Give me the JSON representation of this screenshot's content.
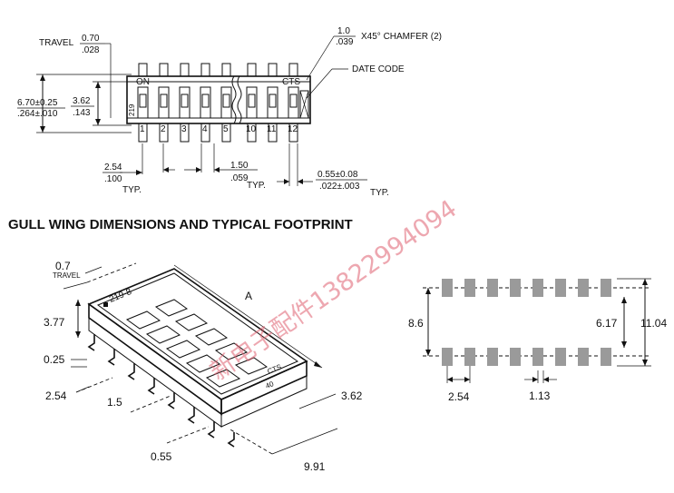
{
  "top_view": {
    "travel_label": "TRAVEL",
    "travel_mm": "0.70",
    "travel_in": ".028",
    "chamfer_mm": "1.0",
    "chamfer_in": ".039",
    "chamfer_note": "X45° CHAMFER (2)",
    "date_code": "DATE CODE",
    "height_mm": "6.70±0.25",
    "height_in": ".264±.010",
    "body_mm": "3.62",
    "body_in": ".143",
    "on_label": "ON",
    "brand": "CTS",
    "part_marking": "219",
    "pin_numbers": [
      "1",
      "2",
      "3",
      "4",
      "5",
      "10",
      "11",
      "12"
    ],
    "pitch_mm": "2.54",
    "pitch_in": ".100",
    "pitch_typ": "TYP.",
    "gap_mm": "1.50",
    "gap_in": ".059",
    "gap_typ": "TYP.",
    "lead_mm": "0.55±0.08",
    "lead_in": ".022±.003",
    "lead_typ": "TYP."
  },
  "section_title": "GULL WING DIMENSIONS AND TYPICAL FOOTPRINT",
  "iso_view": {
    "travel_mm": "0.7",
    "travel_label": "TRAVEL",
    "height": "3.77",
    "standoff": "0.25",
    "pitch": "2.54",
    "lead_gap": "1.5",
    "lead_width": "0.55",
    "length_label": "A",
    "width": "3.62",
    "span": "9.91",
    "marking": "219-8",
    "cts": "CTS",
    "date": "40"
  },
  "footprint": {
    "outer": "11.04",
    "left": "8.6",
    "inner": "6.17",
    "pitch": "2.54",
    "pad_width": "1.13"
  },
  "watermark": "新电子配件13822994094"
}
